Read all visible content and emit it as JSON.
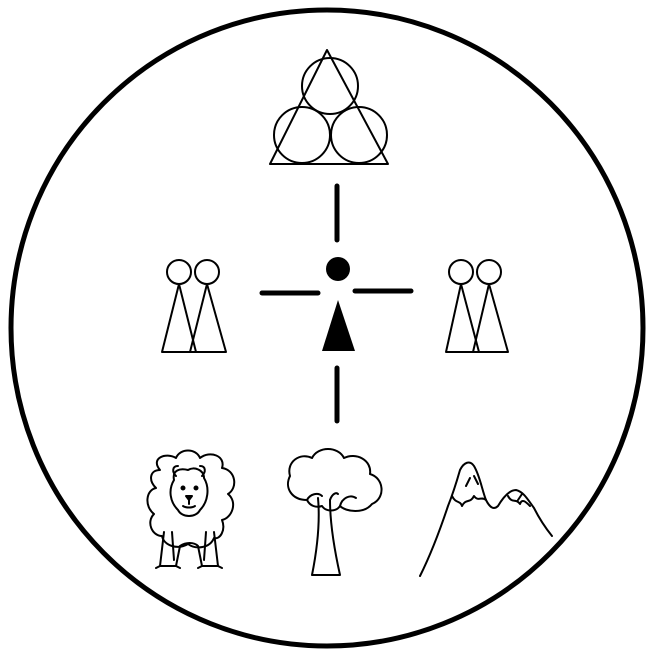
{
  "diagram": {
    "description_free": true,
    "colors": {
      "line": "#000000",
      "background": "#ffffff"
    },
    "icons": [
      "outer-circle",
      "trinity-circles-triangle-icon",
      "central-figure-icon",
      "cross-line-top",
      "cross-line-bottom",
      "cross-line-left",
      "cross-line-right",
      "left-pair-figures-icon",
      "right-pair-figures-icon",
      "lion-icon",
      "tree-icon",
      "mountain-icon"
    ]
  }
}
